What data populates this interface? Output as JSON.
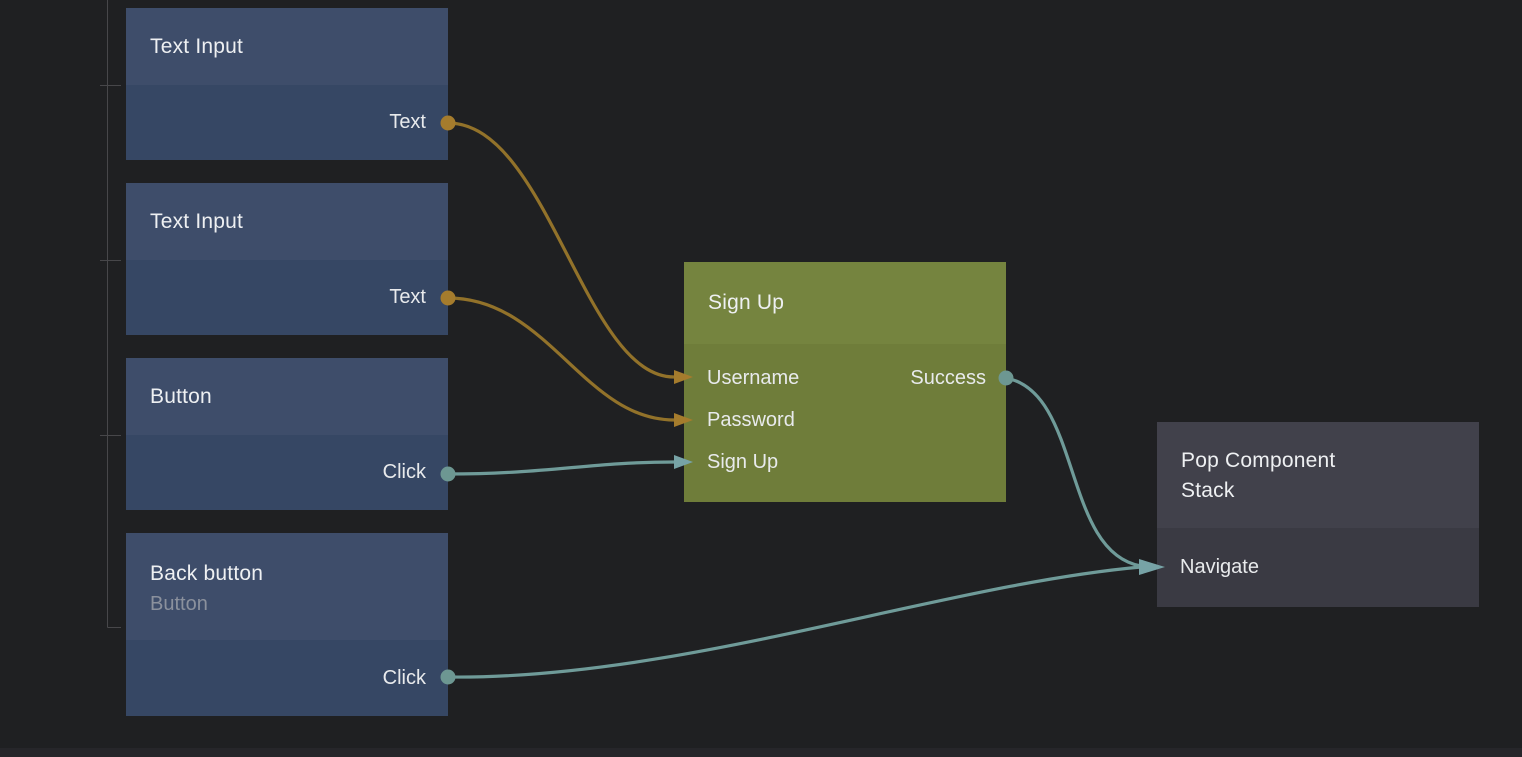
{
  "app": {
    "view": "node-graph-editor"
  },
  "colors": {
    "bg": "#1f2022",
    "node_blue_header": "#3e4d6a",
    "node_blue_body": "#364764",
    "node_olive_header": "#75843f",
    "node_olive_body": "#6f7d3a",
    "node_gray_header": "#41414b",
    "node_gray_body": "#3a3a43",
    "wire_orange": "#92722a",
    "port_orange": "#a57c2d",
    "wire_teal": "#6f9b99",
    "port_teal": "#6d9792",
    "arrow_teal": "#77a3a6",
    "title_text": "#eef0f2",
    "label_text": "#e8eaec",
    "subtitle_text": "#8b919d",
    "guide_line": "#47474a"
  },
  "nodes": [
    {
      "title": "Text Input",
      "output": "Text"
    },
    {
      "title": "Text Input",
      "output": "Text"
    },
    {
      "title": "Button",
      "output": "Click"
    },
    {
      "title": "Back button",
      "subtitle": "Button",
      "output": "Click"
    },
    {
      "title": "Sign Up",
      "inputs": [
        "Username",
        "Password",
        "Sign Up"
      ],
      "output": "Success"
    },
    {
      "title": "Pop Component Stack",
      "inputs": [
        "Navigate"
      ]
    }
  ],
  "connections": [
    {
      "from": "Text Input (1) / Text",
      "to": "Sign Up / Username",
      "color": "orange"
    },
    {
      "from": "Text Input (2) / Text",
      "to": "Sign Up / Password",
      "color": "orange"
    },
    {
      "from": "Button / Click",
      "to": "Sign Up / Sign Up",
      "color": "teal"
    },
    {
      "from": "Sign Up / Success",
      "to": "Pop Component Stack / Navigate",
      "color": "teal"
    },
    {
      "from": "Back button / Click",
      "to": "Pop Component Stack / Navigate",
      "color": "teal"
    }
  ]
}
